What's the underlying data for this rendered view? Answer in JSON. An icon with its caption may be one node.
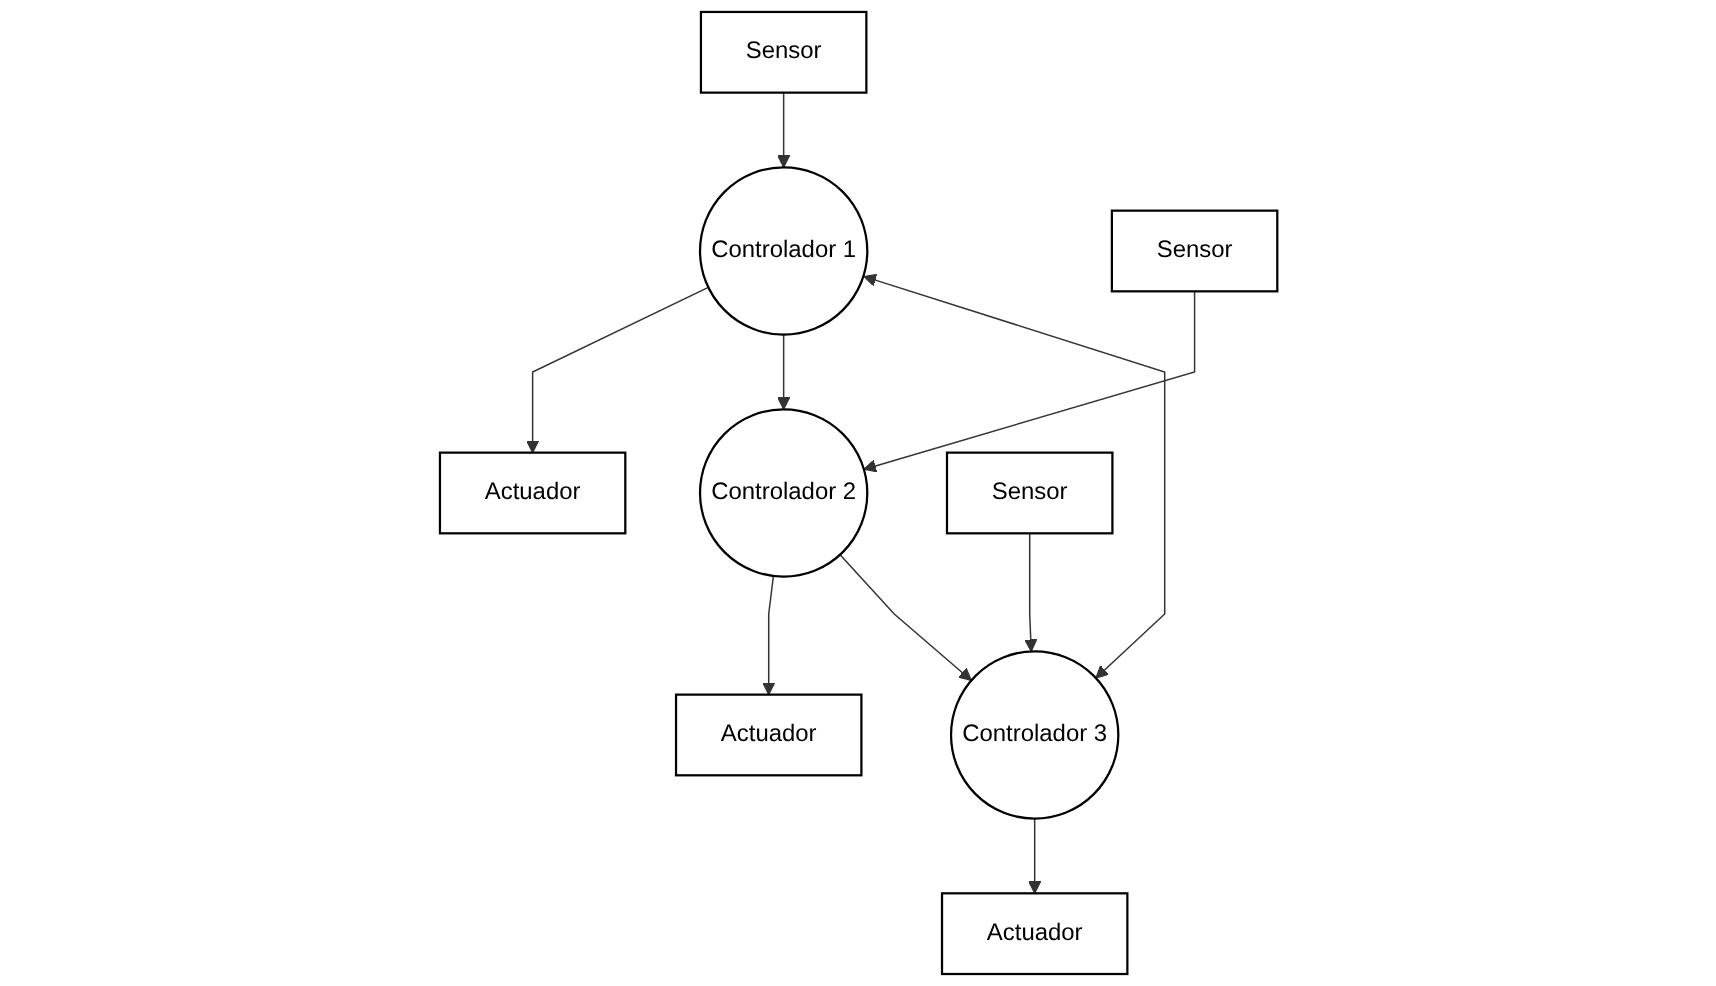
{
  "diagram": {
    "nodes": [
      {
        "text": [
          "Actuador"
        ]
      },
      {
        "text": [
          "Actuador"
        ]
      },
      {
        "text": [
          "Sensor"
        ]
      },
      {
        "text": [
          "Controlador 1"
        ]
      },
      {
        "text": [
          "Controlador 2"
        ]
      },
      {
        "text": [
          "Sensor"
        ]
      },
      {
        "text": [
          "Controlador 3"
        ]
      },
      {
        "text": [
          "Sensor"
        ]
      },
      {
        "text": [
          "Actuador"
        ]
      }
    ],
    "edges": [
      {
        "from": 3,
        "to": 0,
        "arrow": "to"
      },
      {
        "from": 4,
        "to": 1,
        "arrow": "to"
      },
      {
        "from": 2,
        "to": 3,
        "arrow": "to"
      },
      {
        "from": 3,
        "to": 4,
        "arrow": "to"
      },
      {
        "from": 5,
        "to": 4,
        "arrow": "to"
      },
      {
        "from": 3,
        "to": 6,
        "arrow": "both"
      },
      {
        "from": 4,
        "to": 6,
        "arrow": "to"
      },
      {
        "from": 7,
        "to": 6,
        "arrow": "to"
      },
      {
        "from": 6,
        "to": 8,
        "arrow": "to"
      }
    ]
  }
}
